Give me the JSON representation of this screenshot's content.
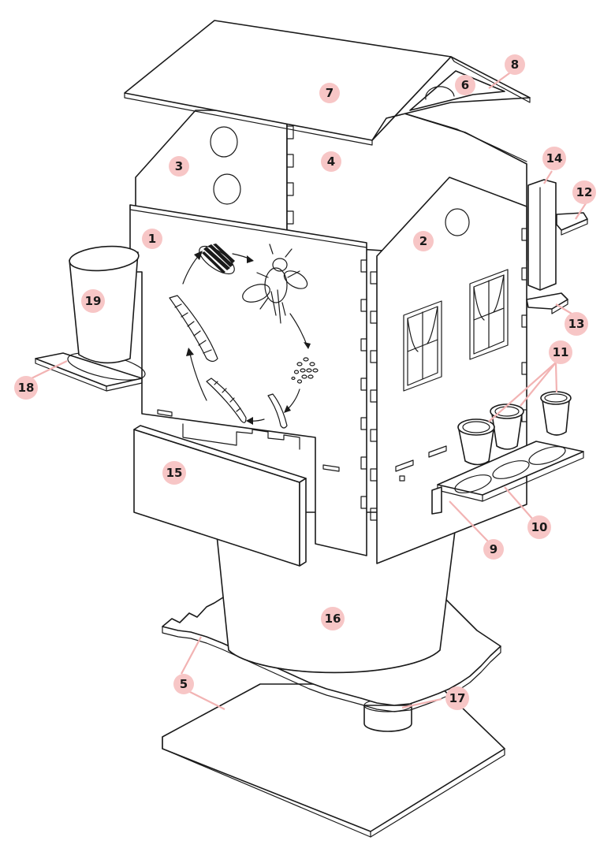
{
  "callouts": [
    {
      "id": "1",
      "label": "1"
    },
    {
      "id": "2",
      "label": "2"
    },
    {
      "id": "3",
      "label": "3"
    },
    {
      "id": "4",
      "label": "4"
    },
    {
      "id": "5",
      "label": "5"
    },
    {
      "id": "6",
      "label": "6"
    },
    {
      "id": "7",
      "label": "7"
    },
    {
      "id": "8",
      "label": "8"
    },
    {
      "id": "9",
      "label": "9"
    },
    {
      "id": "10",
      "label": "10"
    },
    {
      "id": "11",
      "label": "11"
    },
    {
      "id": "12",
      "label": "12"
    },
    {
      "id": "13",
      "label": "13"
    },
    {
      "id": "14",
      "label": "14"
    },
    {
      "id": "15",
      "label": "15"
    },
    {
      "id": "16",
      "label": "16"
    },
    {
      "id": "17",
      "label": "17"
    },
    {
      "id": "18",
      "label": "18"
    },
    {
      "id": "19",
      "label": "19"
    }
  ],
  "colors": {
    "line": "#1a1a1a",
    "callout_fill": "#f7c6c6",
    "leader": "#f2b3b3",
    "background": "#ffffff"
  },
  "icons": [
    "fly-icon",
    "larva-icon",
    "egg-cluster-icon",
    "arrow-icon",
    "window-icon"
  ]
}
